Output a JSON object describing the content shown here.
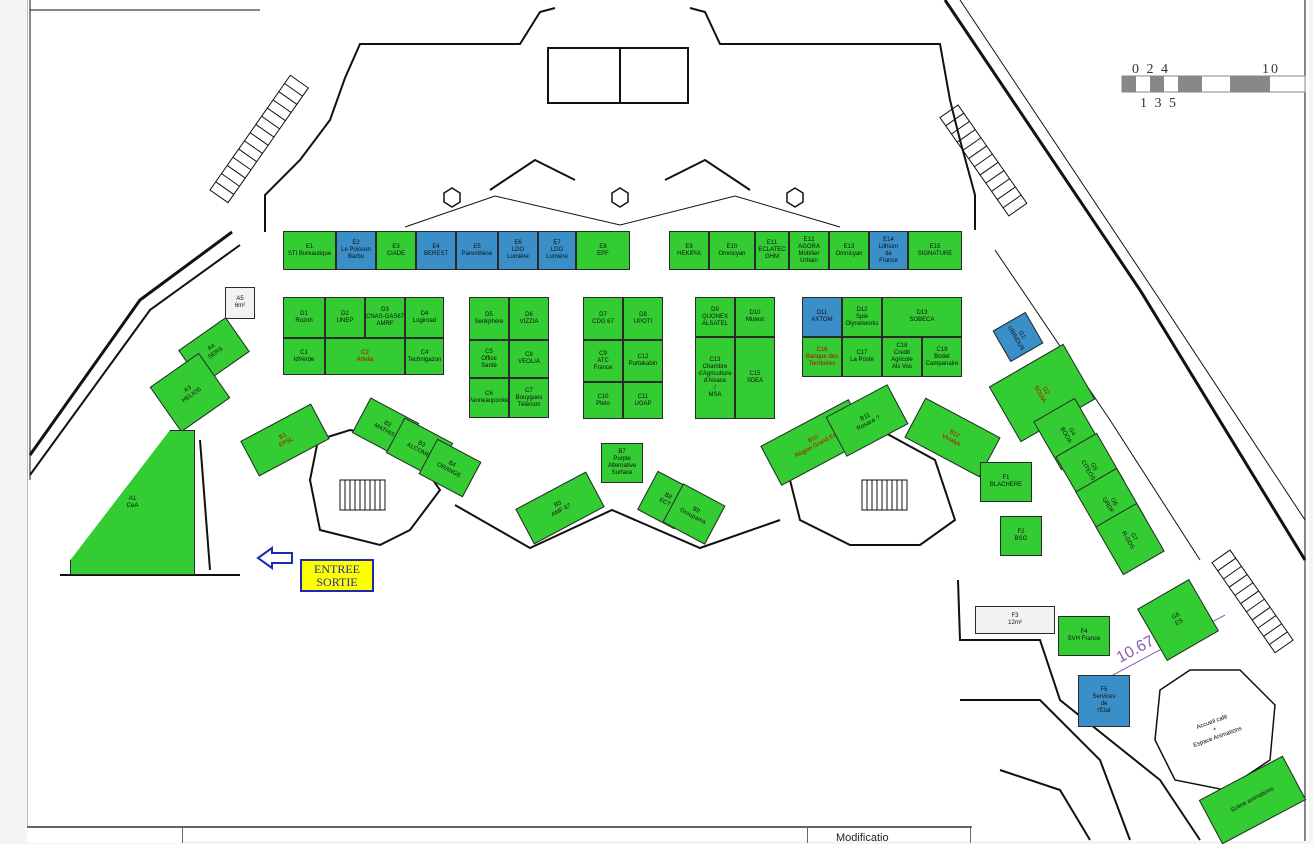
{
  "scale": {
    "top": "0 2 4",
    "top_right": "10",
    "bottom": "1 3 5"
  },
  "entrance": {
    "line1": "ENTREE",
    "line2": "SORTIE"
  },
  "dimension_text": "10.67",
  "footer": {
    "modif": "Modificatio"
  },
  "kiosk": {
    "line1": "Accueil café",
    "line2": "+",
    "line3": "Espace Animations"
  },
  "booths": [
    {
      "id": "E1",
      "label": "E1\nSTI Bureautique",
      "color": "green"
    },
    {
      "id": "E2",
      "label": "E2\nLe Poisson\nBarbu",
      "color": "blue"
    },
    {
      "id": "E3",
      "label": "E3\nCIADE",
      "color": "green"
    },
    {
      "id": "E4",
      "label": "E4\nBEREST",
      "color": "blue"
    },
    {
      "id": "E5",
      "label": "E5\nParenthèse",
      "color": "blue"
    },
    {
      "id": "E6",
      "label": "E6\nLDO\nLumière",
      "color": "blue"
    },
    {
      "id": "E7",
      "label": "E7\nLDO\nLumière",
      "color": "blue"
    },
    {
      "id": "E8",
      "label": "E8\nEPF",
      "color": "green"
    },
    {
      "id": "E9",
      "label": "E9\nHEKIPIA",
      "color": "green"
    },
    {
      "id": "E10",
      "label": "E10\nOmnicyan",
      "color": "green"
    },
    {
      "id": "E11",
      "label": "E11\nECLATEC\nGHM",
      "color": "green"
    },
    {
      "id": "E12",
      "label": "E12\nAGORA\nMobilier\nUrbain",
      "color": "green"
    },
    {
      "id": "E13",
      "label": "E13\nOmnicyan",
      "color": "green"
    },
    {
      "id": "E14",
      "label": "E14\nLithium\nde\nFrance",
      "color": "blue"
    },
    {
      "id": "E15",
      "label": "E15\nSIGNATURE",
      "color": "green"
    },
    {
      "id": "A5",
      "label": "A5\n6m²",
      "color": "white"
    },
    {
      "id": "D1",
      "label": "D1\nRozoh",
      "color": "green"
    },
    {
      "id": "D2",
      "label": "D2\nUNEP",
      "color": "green"
    },
    {
      "id": "D3",
      "label": "D3\nCNAS-GAS67\nAMRF",
      "color": "green"
    },
    {
      "id": "D4",
      "label": "D4\nLogiroad",
      "color": "green"
    },
    {
      "id": "C1",
      "label": "C1\nIdVerde",
      "color": "green"
    },
    {
      "id": "C2",
      "label": "C2\nArtelia",
      "color": "green",
      "red": true
    },
    {
      "id": "C4",
      "label": "C4\nTechnigazon",
      "color": "green"
    },
    {
      "id": "D5",
      "label": "D5\nSenkphère",
      "color": "green"
    },
    {
      "id": "D6",
      "label": "D6\nVIZZIA",
      "color": "green"
    },
    {
      "id": "C5",
      "label": "C5\nOffice\nSanté",
      "color": "green"
    },
    {
      "id": "C8",
      "label": "C8\nVEOLIA",
      "color": "green"
    },
    {
      "id": "C6",
      "label": "C6\nPanneaupocket",
      "color": "green"
    },
    {
      "id": "C7",
      "label": "C7\nBouygues\nTélécom",
      "color": "green"
    },
    {
      "id": "D7",
      "label": "D7\nCDG 67",
      "color": "green"
    },
    {
      "id": "D8",
      "label": "D8\nUPOTI",
      "color": "green"
    },
    {
      "id": "C9",
      "label": "C9\nATC\nFrance",
      "color": "green"
    },
    {
      "id": "C12",
      "label": "C12\nPortakabin",
      "color": "green"
    },
    {
      "id": "C10",
      "label": "C10\nPleto",
      "color": "green"
    },
    {
      "id": "C11",
      "label": "C11\nUGAP",
      "color": "green"
    },
    {
      "id": "D9",
      "label": "D9\nQUONEX\nALSATEL",
      "color": "green"
    },
    {
      "id": "D10",
      "label": "D10\nMutest",
      "color": "green"
    },
    {
      "id": "C13",
      "label": "C13\nChambre\nd'Agriculture\nd'Alsace\n/\nMSA",
      "color": "green"
    },
    {
      "id": "C15",
      "label": "C15\nSDEA",
      "color": "green"
    },
    {
      "id": "D11",
      "label": "D11\nAXTOM",
      "color": "blue"
    },
    {
      "id": "D12",
      "label": "D12\nSple\nOlynetworks",
      "color": "green"
    },
    {
      "id": "D13",
      "label": "D13\nSOBECA",
      "color": "green"
    },
    {
      "id": "C16",
      "label": "C16\nBanque des\nTerritoires",
      "color": "green",
      "red": true
    },
    {
      "id": "C17",
      "label": "C17\nLa Poste",
      "color": "green"
    },
    {
      "id": "C18",
      "label": "C18\nCredit\nAgricole\nAls Vos",
      "color": "green"
    },
    {
      "id": "C19",
      "label": "C19\nBodet\nCampanaire",
      "color": "green"
    },
    {
      "id": "A4",
      "label": "A4\nSERS",
      "color": "green"
    },
    {
      "id": "A3",
      "label": "A3\nHELIOS",
      "color": "green"
    },
    {
      "id": "A1",
      "label": "A1\nCeA",
      "color": "green"
    },
    {
      "id": "B1",
      "label": "B1\nEPSL",
      "color": "green",
      "red": true
    },
    {
      "id": "B2",
      "label": "B2\nMATHIS",
      "color": "green"
    },
    {
      "id": "B3",
      "label": "B3\nALCOME",
      "color": "green"
    },
    {
      "id": "B4",
      "label": "B4\nORANGE",
      "color": "green"
    },
    {
      "id": "B5",
      "label": "B5\nAMF 67",
      "color": "green"
    },
    {
      "id": "B7",
      "label": "B7\nPurple\nAlternative\nSurface",
      "color": "green"
    },
    {
      "id": "B8",
      "label": "B8\nECT",
      "color": "green"
    },
    {
      "id": "B9",
      "label": "B9\nGroupama",
      "color": "green"
    },
    {
      "id": "B10",
      "label": "B10\nRégion Grand Est",
      "color": "green",
      "red": true
    },
    {
      "id": "B11",
      "label": "B11\nRosace ?",
      "color": "green"
    },
    {
      "id": "B12",
      "label": "B12\nVivialys",
      "color": "green",
      "red": true
    },
    {
      "id": "G1",
      "label": "G1\nUBINDUS",
      "color": "blue"
    },
    {
      "id": "G2",
      "label": "G2\nSOVIA",
      "color": "green",
      "red": true
    },
    {
      "id": "G4",
      "label": "G4\nBOOA",
      "color": "green"
    },
    {
      "id": "G5",
      "label": "G5\nCITEOS",
      "color": "green"
    },
    {
      "id": "G6",
      "label": "G6\nGRDF",
      "color": "green"
    },
    {
      "id": "G7",
      "label": "G7\nR-GDS",
      "color": "green"
    },
    {
      "id": "F1",
      "label": "F1\nBLACHERE",
      "color": "green"
    },
    {
      "id": "F2",
      "label": "F2\nBSG",
      "color": "green"
    },
    {
      "id": "F3",
      "label": "F3\n12m²",
      "color": "white"
    },
    {
      "id": "F4",
      "label": "F4\nSVH France",
      "color": "green"
    },
    {
      "id": "F5",
      "label": "F5\nServices\nde\nl'Etat",
      "color": "blue"
    },
    {
      "id": "G8",
      "label": "G8\nES",
      "color": "green"
    },
    {
      "id": "SCENE",
      "label": "Scène animations",
      "color": "green"
    }
  ]
}
